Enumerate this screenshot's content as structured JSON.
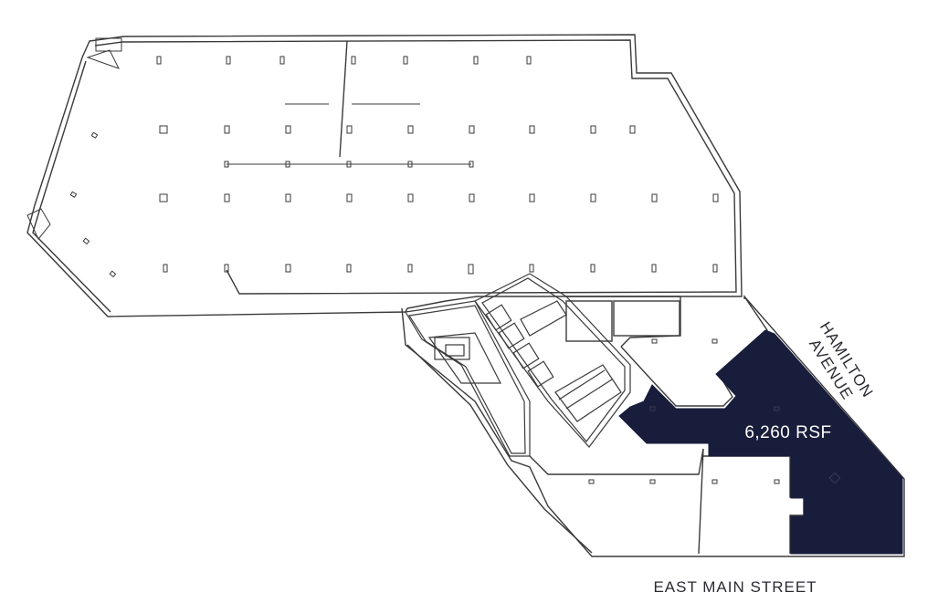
{
  "plan": {
    "street_label": "EAST MAIN STREET",
    "avenue_label": "HAMILTON AVENUE",
    "suite_area": "6,260 RSF",
    "suite_color": "#181d3b",
    "line_color": "#3a3a3a"
  }
}
